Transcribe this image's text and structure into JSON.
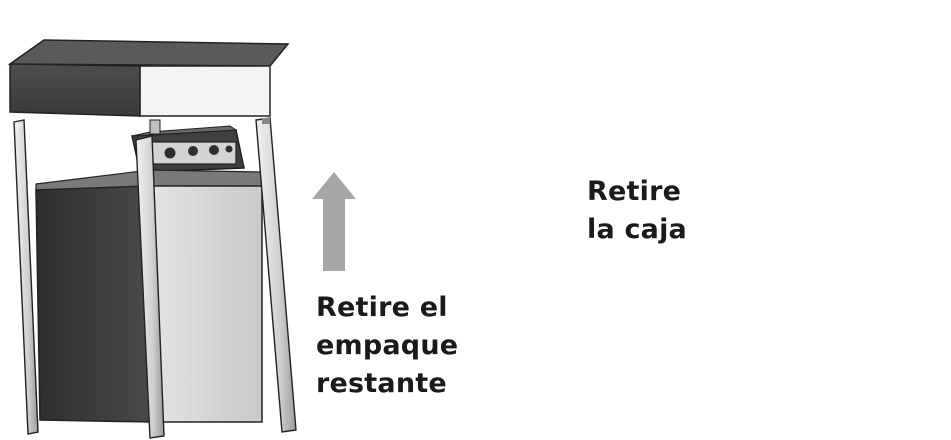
{
  "captions": {
    "remove_packing": [
      "Retire el",
      "empaque",
      "restante"
    ],
    "remove_box": [
      "Retire",
      "la caja"
    ]
  },
  "colors": {
    "arrow": "#a6a6a6",
    "dark_body": "#3c3c3c",
    "light_panel": "#d7d7d7",
    "outline": "#222222"
  },
  "icons": [
    "up-arrow-icon",
    "up-arrow-icon"
  ]
}
